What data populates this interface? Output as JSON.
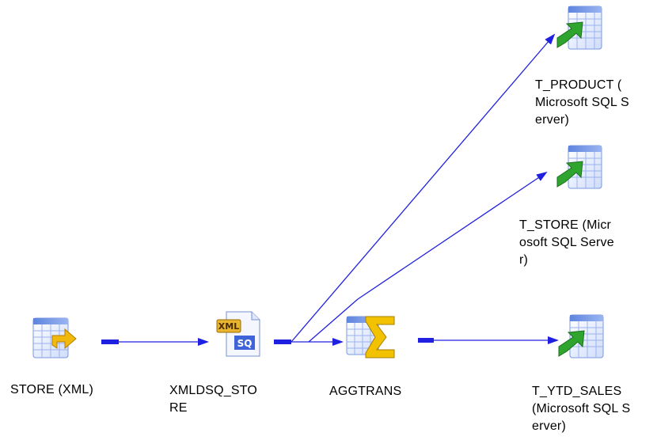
{
  "diagram": {
    "title": "",
    "nodes": [
      {
        "id": "store_xml",
        "label": "STORE (XML)",
        "icon": "xml-source-table-icon"
      },
      {
        "id": "xmldsq_store",
        "label": "XMLDSQ_STO\nRE",
        "icon": "xml-source-qualifier-icon"
      },
      {
        "id": "aggtrans",
        "label": "AGGTRANS",
        "icon": "aggregator-transformation-icon"
      },
      {
        "id": "t_product",
        "label": "T_PRODUCT (\nMicrosoft SQL S\nerver)",
        "icon": "target-table-icon"
      },
      {
        "id": "t_store",
        "label": "T_STORE (Micr\nosoft SQL Serve\nr)",
        "icon": "target-table-icon"
      },
      {
        "id": "t_ytd_sales",
        "label": "T_YTD_SALES\n(Microsoft SQL S\nerver)",
        "icon": "target-table-icon"
      }
    ],
    "edges": [
      {
        "from": "store_xml",
        "to": "xmldsq_store"
      },
      {
        "from": "xmldsq_store",
        "to": "aggtrans"
      },
      {
        "from": "xmldsq_store",
        "to": "t_product"
      },
      {
        "from": "xmldsq_store",
        "to": "t_store"
      },
      {
        "from": "aggtrans",
        "to": "t_ytd_sales"
      }
    ],
    "colors": {
      "link": "#2020e0",
      "table_grid": "#8aa6e8",
      "arrow_green": "#2fa52f",
      "arrow_yellow": "#f0b800",
      "sigma": "#f2c200",
      "xml_badge": "#e8b530"
    }
  }
}
